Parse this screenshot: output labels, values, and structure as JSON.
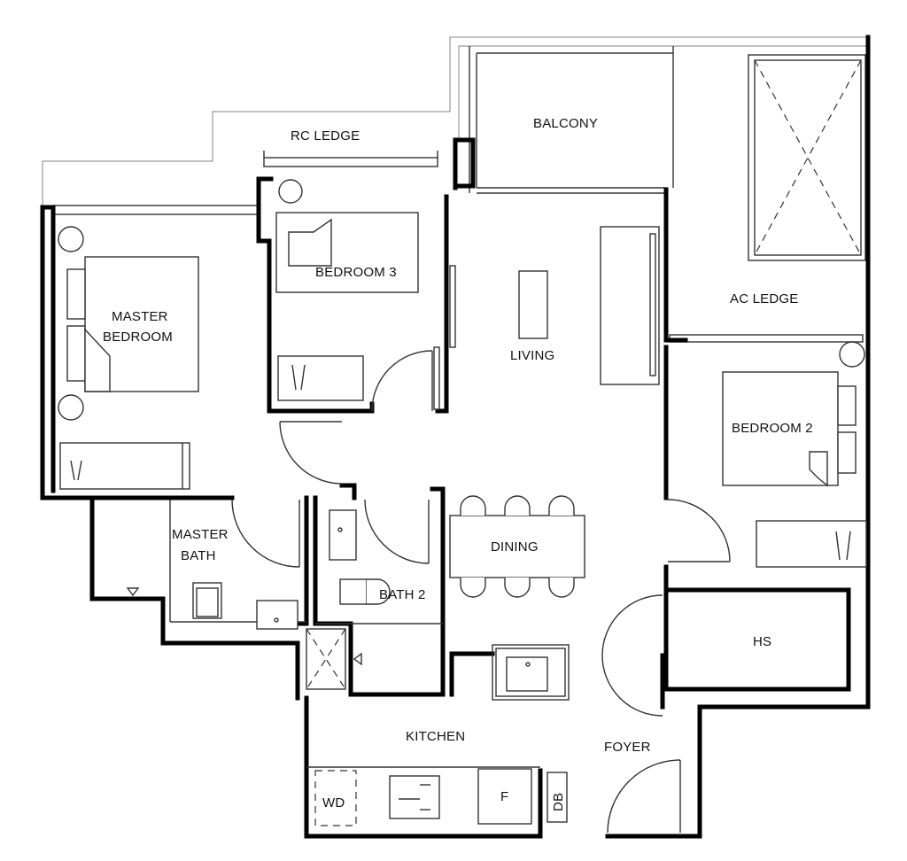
{
  "rooms": {
    "rc_ledge": "RC LEDGE",
    "balcony": "BALCONY",
    "bedroom_3": "BEDROOM 3",
    "master_bedroom_line1": "MASTER",
    "master_bedroom_line2": "BEDROOM",
    "living": "LIVING",
    "ac_ledge": "AC LEDGE",
    "bedroom_2": "BEDROOM 2",
    "master_bath_line1": "MASTER",
    "master_bath_line2": "BATH",
    "dining": "DINING",
    "bath_2": "BATH 2",
    "hs": "HS",
    "kitchen": "KITCHEN",
    "foyer": "FOYER",
    "wd": "WD",
    "fridge": "F",
    "db": "DB"
  }
}
